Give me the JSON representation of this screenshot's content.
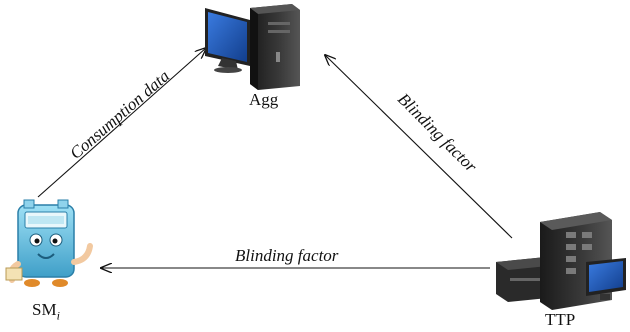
{
  "nodes": {
    "agg": {
      "label": "Agg",
      "icon": "desktop-computer-icon"
    },
    "sm": {
      "label": "SM",
      "subscript": "i",
      "icon": "smart-meter-mascot-icon"
    },
    "ttp": {
      "label": "TTP",
      "icon": "server-tower-icon"
    }
  },
  "edges": {
    "sm_to_agg": "Consumption data",
    "ttp_to_agg": "Blinding factor",
    "ttp_to_sm": "Blinding factor"
  },
  "colors": {
    "arrow": "#111111",
    "monitor_screen": "#1f57b4",
    "server_dark": "#2b2b2b",
    "meter_body": "#6ec6e6"
  }
}
